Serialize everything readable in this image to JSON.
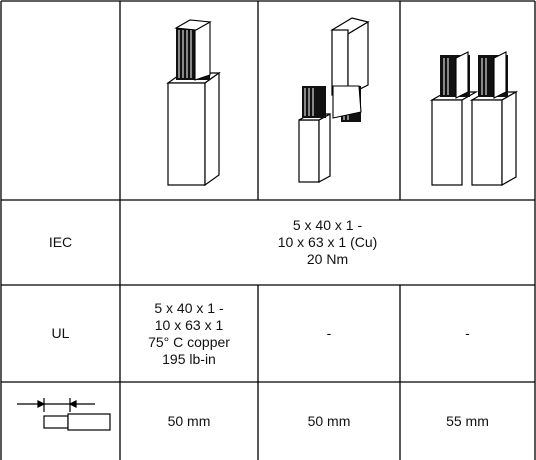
{
  "rows": {
    "iec": {
      "label": "IEC",
      "spec": "5 x 40 x 1 -\n10 x 63 x 1 (Cu)\n20 Nm"
    },
    "ul": {
      "label": "UL",
      "col1": "5 x 40 x 1 -\n10 x 63 x 1\n75° C copper\n195 lb-in",
      "col2": "-",
      "col3": "-"
    },
    "strip": {
      "col1": "50 mm",
      "col2": "50 mm",
      "col3": "55 mm"
    }
  },
  "icons": {
    "col1": "single-busbar-icon",
    "col2": "stacked-busbars-icon",
    "col3": "double-busbar-icon",
    "strip": "strip-length-icon"
  }
}
